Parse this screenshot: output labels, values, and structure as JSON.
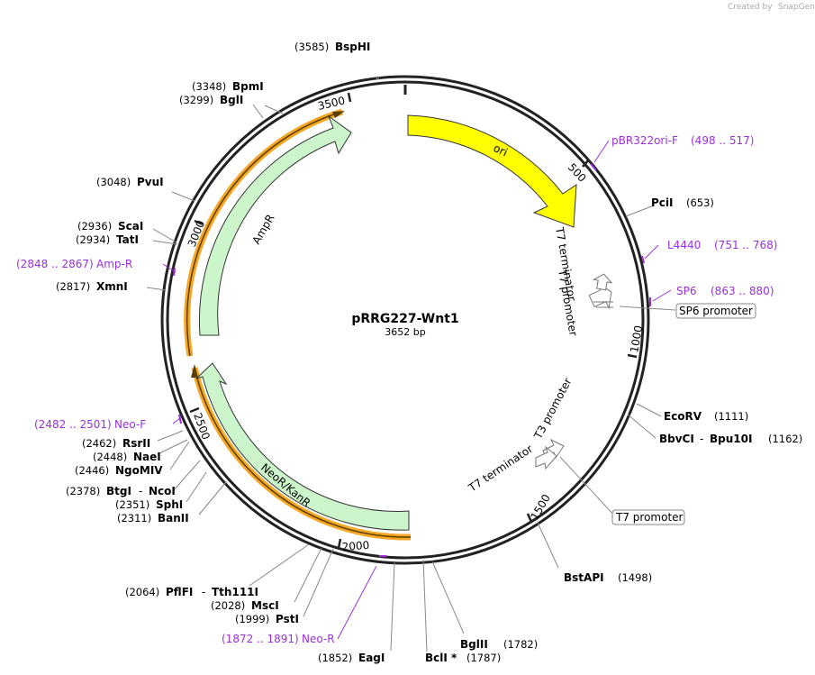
{
  "credit": {
    "prefix": "Created by",
    "brand": "SnapGene"
  },
  "plasmid": {
    "name": "pRRG227-Wnt1",
    "size": "3652 bp"
  },
  "ticks": {
    "t500": "500",
    "t1000": "1000",
    "t1500": "1500",
    "t2000": "2000",
    "t2500": "2500",
    "t3000": "3000",
    "t3500": "3500"
  },
  "enzymes": {
    "bsphi": {
      "pos": "(3585)",
      "name": "BspHI"
    },
    "bpmi": {
      "pos": "(3348)",
      "name": "BpmI"
    },
    "bgli": {
      "pos": "(3299)",
      "name": "BglI"
    },
    "pvui": {
      "pos": "(3048)",
      "name": "PvuI"
    },
    "scai": {
      "pos": "(2936)",
      "name": "ScaI"
    },
    "tati": {
      "pos": "(2934)",
      "name": "TatI"
    },
    "xmni": {
      "pos": "(2817)",
      "name": "XmnI"
    },
    "rsrii": {
      "pos": "(2462)",
      "name": "RsrII"
    },
    "naei": {
      "pos": "(2448)",
      "name": "NaeI"
    },
    "ngomiv": {
      "pos": "(2446)",
      "name": "NgoMIV"
    },
    "btgi": {
      "pos": "(2378)",
      "name": "BtgI",
      "sep": "-",
      "name2": "NcoI"
    },
    "sphi": {
      "pos": "(2351)",
      "name": "SphI"
    },
    "banii": {
      "pos": "(2311)",
      "name": "BanII"
    },
    "pflfi": {
      "pos": "(2064)",
      "name": "PflFI",
      "sep": "-",
      "name2": "Tth111I"
    },
    "msci": {
      "pos": "(2028)",
      "name": "MscI"
    },
    "psti": {
      "pos": "(1999)",
      "name": "PstI"
    },
    "eagi": {
      "pos": "(1852)",
      "name": "EagI"
    },
    "bcli": {
      "pos": "(1787)",
      "name": "BclI *"
    },
    "bglii": {
      "pos": "(1782)",
      "name": "BglII"
    },
    "bstapi": {
      "pos": "(1498)",
      "name": "BstAPI"
    },
    "bbvci": {
      "pos": "(1162)",
      "name": "BbvCI",
      "sep": "-",
      "name2": "Bpu10I"
    },
    "ecorv": {
      "pos": "(1111)",
      "name": "EcoRV"
    },
    "pcii": {
      "pos": "(653)",
      "name": "PciI"
    }
  },
  "primers": {
    "pbr322ori": {
      "name": "pBR322ori-F",
      "range": "(498 .. 517)"
    },
    "l4440": {
      "name": "L4440",
      "range": "(751 .. 768)"
    },
    "sp6": {
      "name": "SP6",
      "range": "(863 .. 880)"
    },
    "ampr": {
      "name": "Amp-R",
      "range": "(2848 .. 2867)"
    },
    "neof": {
      "name": "Neo-F",
      "range": "(2482 .. 2501)"
    },
    "neor": {
      "name": "Neo-R",
      "range": "(1872 .. 1891)"
    }
  },
  "features": {
    "ori": "ori",
    "ampr": "AmpR",
    "neokan": "NeoR/KanR",
    "t7term1": "T7 terminator",
    "t7prom1": "T7 promoter",
    "t3prom": "T3 promoter",
    "t7term2": "T7 terminator"
  },
  "boxed": {
    "sp6prom": "SP6 promoter",
    "t7prom": "T7 promoter"
  },
  "colors": {
    "ori": "#ffff00",
    "resistance": "#ccf5cc",
    "orange": "#f5a623",
    "primer": "#9b30d9"
  }
}
